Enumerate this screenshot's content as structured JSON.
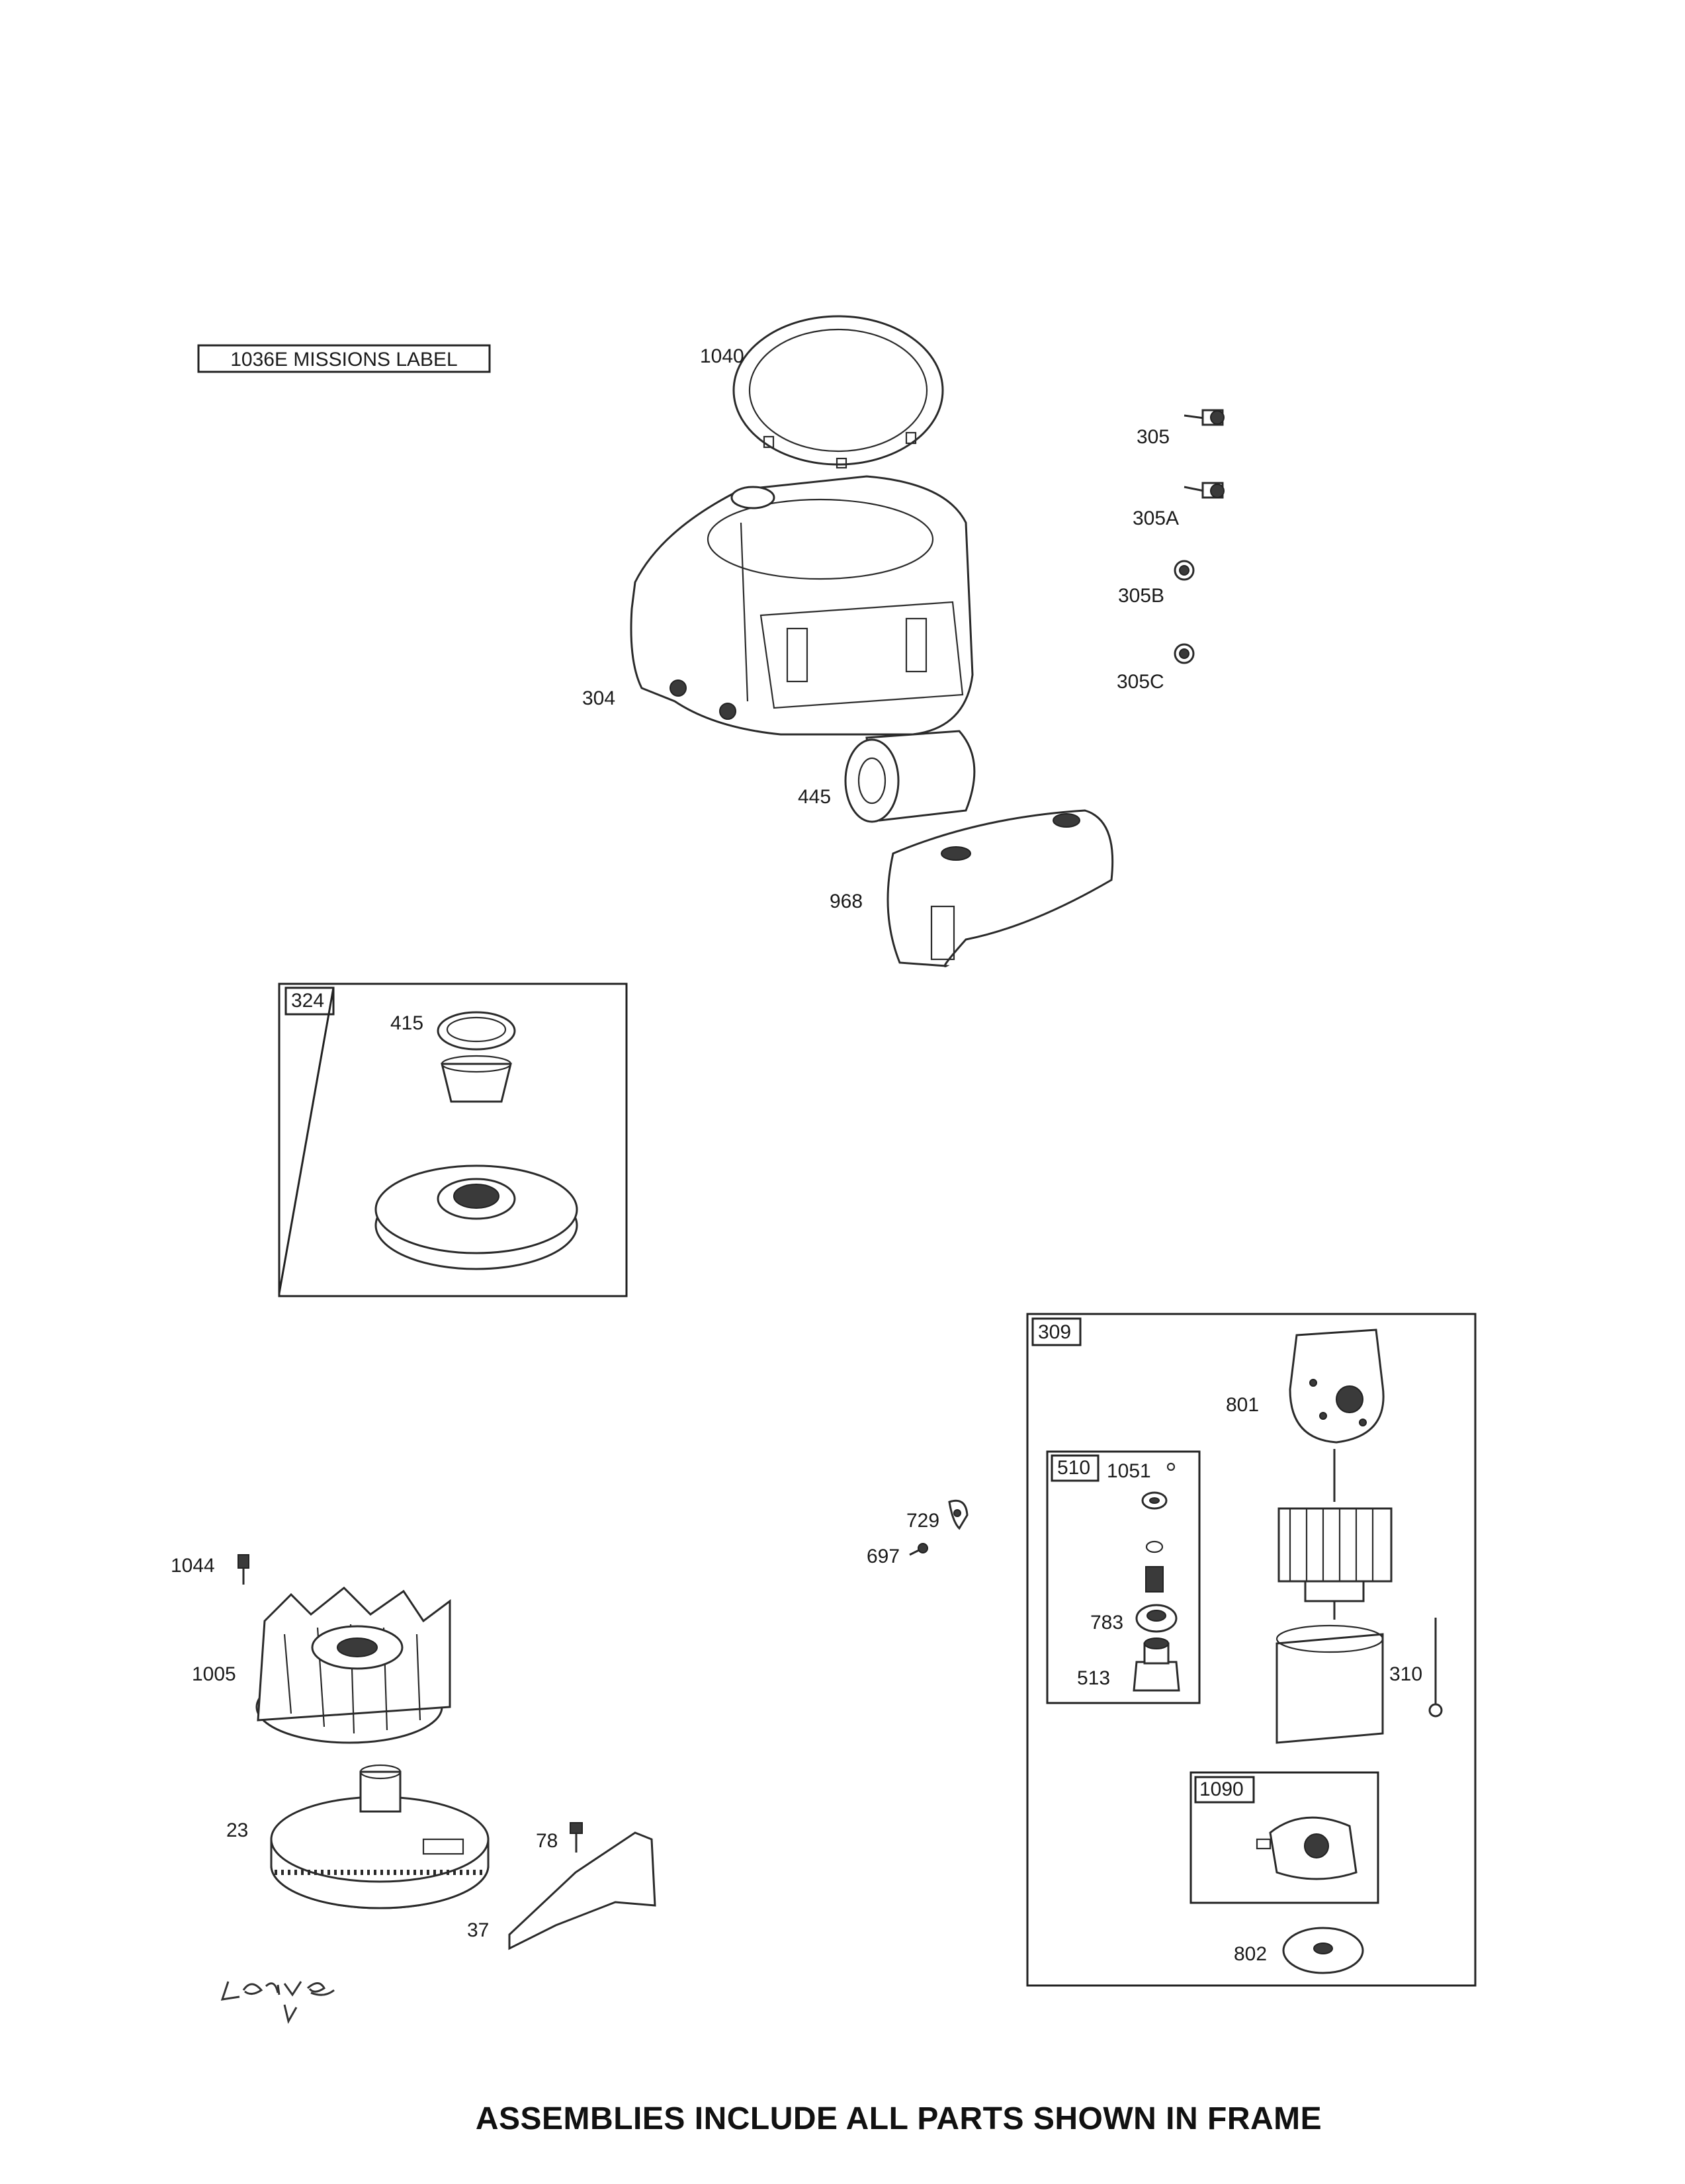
{
  "emissions_label_box": "1036E MISSIONS LABEL",
  "part_labels": {
    "p1040": "1040",
    "p305": "305",
    "p305a": "305A",
    "p305b": "305B",
    "p305c": "305C",
    "p304": "304",
    "p445": "445",
    "p968": "968",
    "p415": "415",
    "p801": "801",
    "p1051": "1051",
    "p729": "729",
    "p697": "697",
    "p783": "783",
    "p513": "513",
    "p310": "310",
    "p1044": "1044",
    "p1005": "1005",
    "p23": "23",
    "p78": "78",
    "p37": "37",
    "p802": "802"
  },
  "assembly_frames": {
    "f324": "324",
    "f309": "309",
    "f510": "510",
    "f1090": "1090"
  },
  "handwritten_note": "Leave",
  "footer_note": "ASSEMBLIES INCLUDE ALL PARTS SHOWN IN FRAME"
}
